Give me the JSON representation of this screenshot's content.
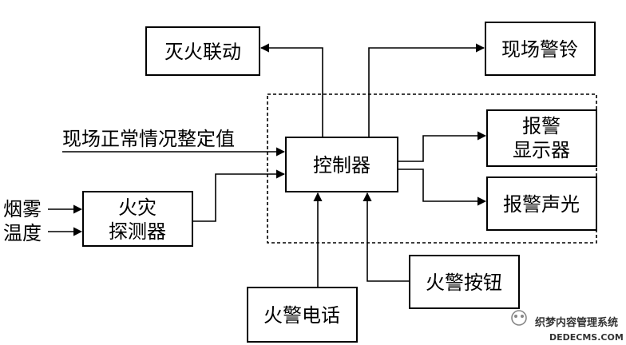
{
  "diagram": {
    "boxes": {
      "extinguish_link": "灭火联动",
      "site_bell": "现场警铃",
      "alarm_display_l1": "报警",
      "alarm_display_l2": "显示器",
      "controller": "控制器",
      "alarm_sound_light": "报警声光",
      "detector_l1": "火灾",
      "detector_l2": "探测器",
      "alarm_button": "火警按钮",
      "alarm_phone": "火警电话"
    },
    "inputs": {
      "setpoint": "现场正常情况整定值",
      "smoke": "烟雾",
      "temperature": "温度"
    }
  },
  "watermark": {
    "line1": "织梦内容管理系统",
    "line2": "DEDECMS.COM"
  }
}
